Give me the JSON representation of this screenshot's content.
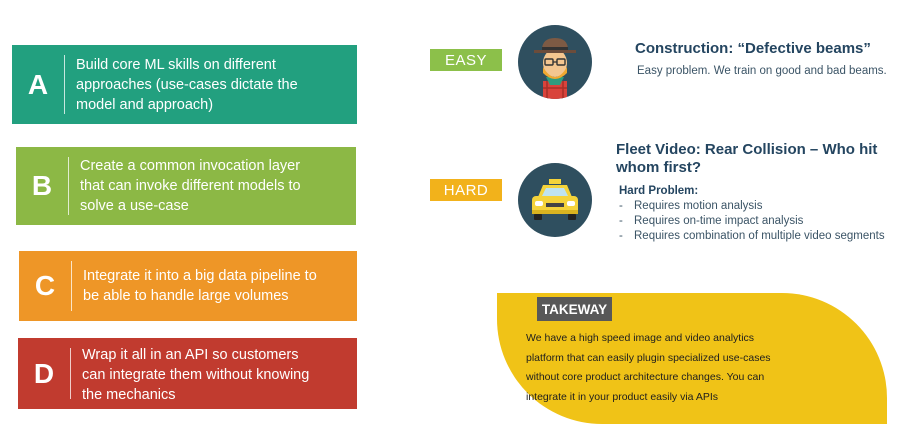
{
  "steps": [
    {
      "letter": "A",
      "lines": [
        "Build core ML skills on different",
        "approaches (use-cases dictate the",
        "model and approach)"
      ],
      "color": "#22a07f"
    },
    {
      "letter": "B",
      "lines": [
        "Create a common invocation layer",
        "that can invoke different models to",
        "solve a use-case"
      ],
      "color": "#8cb845"
    },
    {
      "letter": "C",
      "lines": [
        "Integrate it into a big data pipeline to",
        "be able to handle large volumes"
      ],
      "color": "#ee9627"
    },
    {
      "letter": "D",
      "lines": [
        "Wrap it all in an API so customers",
        "can integrate them without knowing",
        "the mechanics"
      ],
      "color": "#c13b2f"
    }
  ],
  "easy": {
    "pill": "EASY",
    "icon": "worker-avatar-icon",
    "title": "Construction: “Defective beams”",
    "description": "Easy problem. We train on good and bad beams."
  },
  "hard": {
    "pill": "HARD",
    "icon": "taxi-icon",
    "title_lines": [
      "Fleet Video: Rear Collision – Who hit",
      "whom first?"
    ],
    "subtitle": "Hard Problem:",
    "items": [
      "Requires motion analysis",
      "Requires on-time impact analysis",
      "Requires combination of multiple video segments"
    ]
  },
  "takeaway": {
    "tag": "TAKEWAY",
    "lines": [
      "We have a high speed image and video analytics",
      "platform that can easily plugin specialized use-cases",
      "without core product architecture changes. You can",
      "integrate it in your product easily via APIs"
    ]
  }
}
